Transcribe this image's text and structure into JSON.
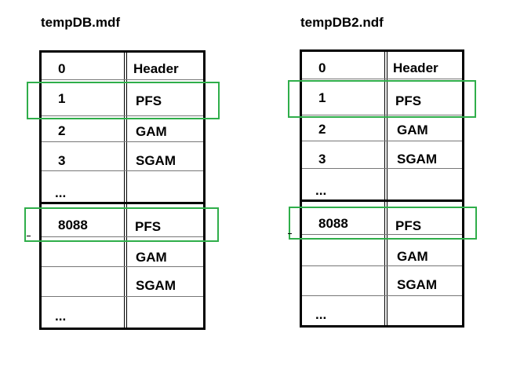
{
  "colors": {
    "highlight": "#2fae4a",
    "border": "#000000"
  },
  "files": [
    {
      "name": "tempDB.mdf",
      "rows": [
        {
          "page": "0",
          "type": "Header"
        },
        {
          "page": "1",
          "type": "PFS"
        },
        {
          "page": "2",
          "type": "GAM"
        },
        {
          "page": "3",
          "type": "SGAM"
        },
        {
          "page": "...",
          "type": ""
        },
        {
          "page": "8088",
          "type": "PFS"
        },
        {
          "page": "",
          "type": "GAM"
        },
        {
          "page": "",
          "type": "SGAM"
        },
        {
          "page": "...",
          "type": ""
        }
      ]
    },
    {
      "name": "tempDB2.ndf",
      "rows": [
        {
          "page": "0",
          "type": "Header"
        },
        {
          "page": "1",
          "type": "PFS"
        },
        {
          "page": "2",
          "type": "GAM"
        },
        {
          "page": "3",
          "type": "SGAM"
        },
        {
          "page": "...",
          "type": ""
        },
        {
          "page": "8088",
          "type": "PFS"
        },
        {
          "page": "",
          "type": "GAM"
        },
        {
          "page": "",
          "type": "SGAM"
        },
        {
          "page": "...",
          "type": ""
        }
      ]
    }
  ]
}
